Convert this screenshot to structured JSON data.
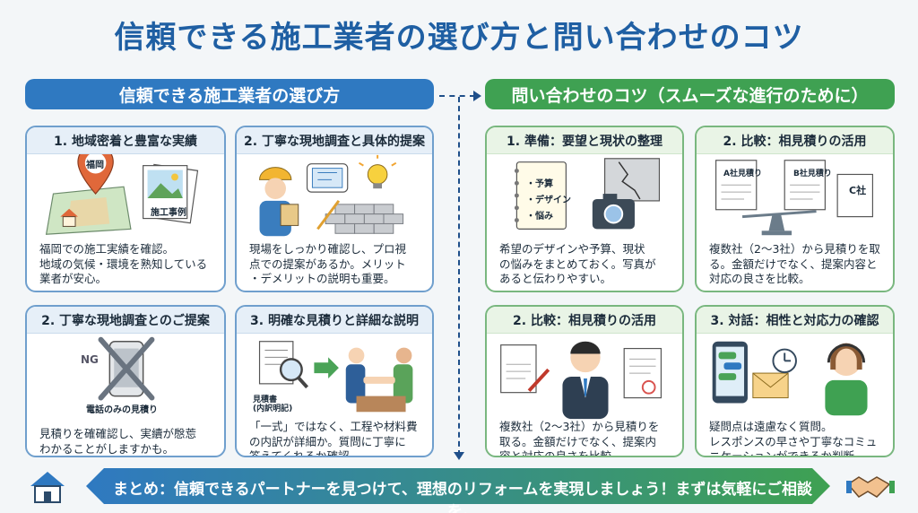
{
  "title": "信頼できる施工業者の選び方と問い合わせのコツ",
  "left_banner": "信頼できる施工業者の選び方",
  "right_banner": "問い合わせのコツ（スムーズな進行のために）",
  "cards": {
    "c1": {
      "heading": "1. 地域密着と豊富な実績",
      "text": "福岡での施工実績を確認。\n地域の気候・環境を熟知している\n業者が安心。",
      "pin_label": "福岡",
      "photo_label": "施工事例"
    },
    "c2": {
      "heading": "2. 丁寧な現地調査と具体的提案",
      "text": "現場をしっかり確認し、プロ視\n点での提案があるか。メリット\n・デメリットの説明も重要。"
    },
    "c3": {
      "heading": "2. 丁寧な現地調査とのご提案",
      "text": "見積りを確確認し、実續が慇莣\nわかることがしますかも。",
      "ng_label": "NG",
      "phone_label": "電話のみの見積り"
    },
    "c4": {
      "heading": "3. 明確な見積りと詳細な説明",
      "text": "「一式」ではなく、工程や材料費\nの内訳が詳細か。質問に丁寧に\n答えてくれるか確認。",
      "doc_label": "見積書\n(内訳明記)"
    },
    "c5": {
      "heading": "1. 準備：要望と現状の整理",
      "text": "希望のデザインや予算、現状\nの悩みをまとめておく。写真が\nあると伝わりやすい。",
      "note_items": [
        "・予算",
        "・デザイン",
        "・悩み"
      ]
    },
    "c6": {
      "heading": "2. 比較：相見積りの活用",
      "text": "複数社（2〜3社）から見積りを取\nる。金額だけでなく、提案内容と\n対応の良さを比較。",
      "doc_a": "A社見積り",
      "doc_b": "B社見積り",
      "doc_c": "C社"
    },
    "c7": {
      "heading": "2. 比較：相見積りの活用",
      "text": "複数社（2〜3社）から見積りを\n取る。金額だけでなく、提案内\n容と対応の良さを比較。"
    },
    "c8": {
      "heading": "3. 対話：相性と対応力の確認",
      "text": "疑問点は遠慮なく質問。\nレスポンスの早さや丁寧なコミュ\nニケーションができるか判断。"
    }
  },
  "summary": "まとめ：信頼できるパートナーを見つけて、理想のリフォームを実現しましょう！まずは気軽にご相談を。",
  "colors": {
    "title": "#1f5fa3",
    "left_accent": "#2f79c1",
    "right_accent": "#3fa152"
  }
}
